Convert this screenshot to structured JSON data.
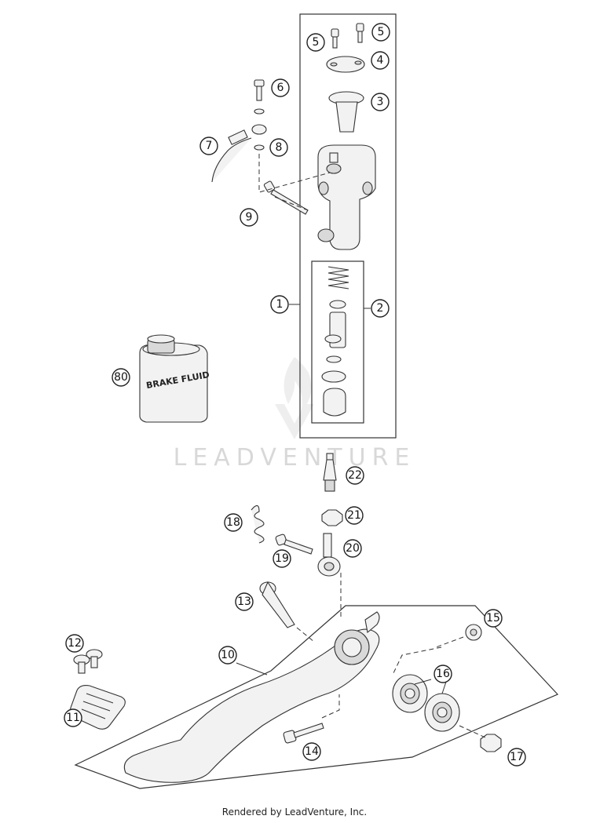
{
  "diagram": {
    "callouts": [
      "1",
      "2",
      "3",
      "4",
      "5",
      "5",
      "6",
      "7",
      "8",
      "9",
      "10",
      "11",
      "12",
      "13",
      "14",
      "15",
      "16",
      "17",
      "18",
      "19",
      "20",
      "21",
      "22",
      "80"
    ],
    "can_label": "BRAKE FLUID",
    "watermark": "LEADVENTURE"
  },
  "footer": {
    "text": "Rendered by LeadVenture, Inc."
  }
}
